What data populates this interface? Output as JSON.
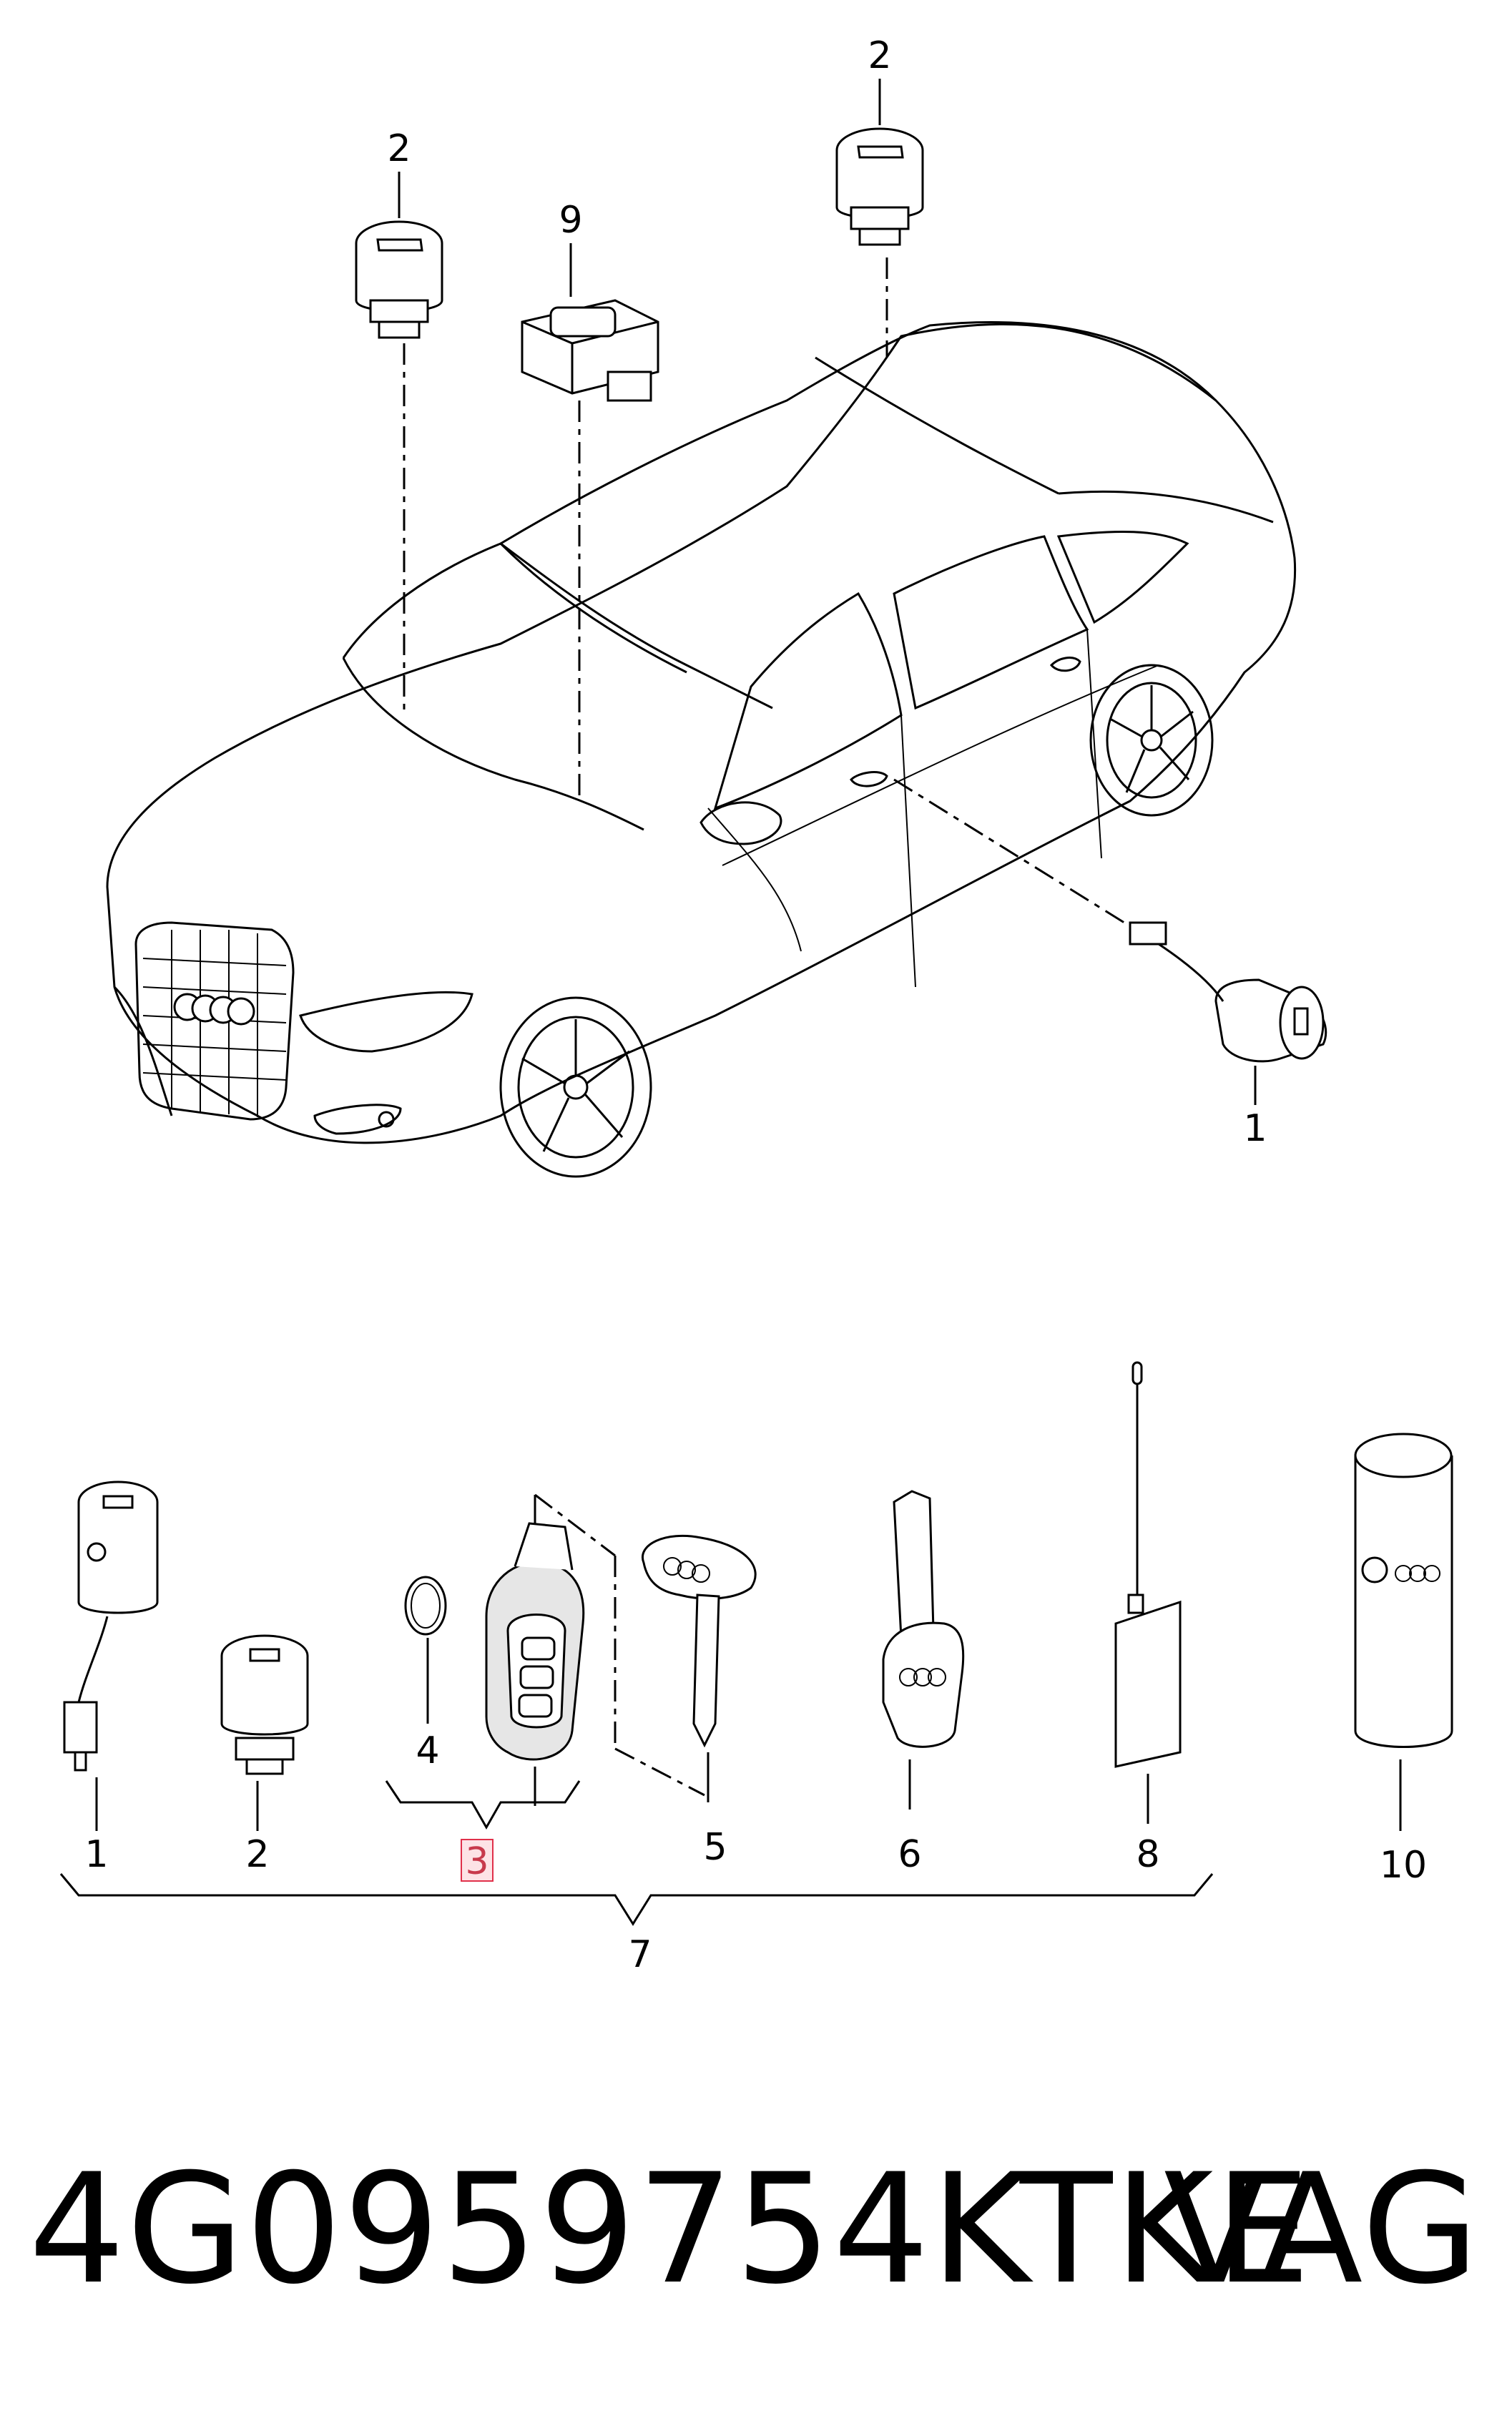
{
  "callouts": {
    "c1_car": "1",
    "c2_left": "2",
    "c2_right": "2",
    "c9": "9",
    "row_1": "1",
    "row_2": "2",
    "row_3": "3",
    "row_4": "4",
    "row_5": "5",
    "row_6": "6",
    "row_7": "7",
    "row_8": "8",
    "row_10": "10"
  },
  "part_number": "4G0959754KTKE",
  "brand": "VAG",
  "colors": {
    "highlight_border": "#e0304a",
    "highlight_fill": "#fde3e6"
  }
}
